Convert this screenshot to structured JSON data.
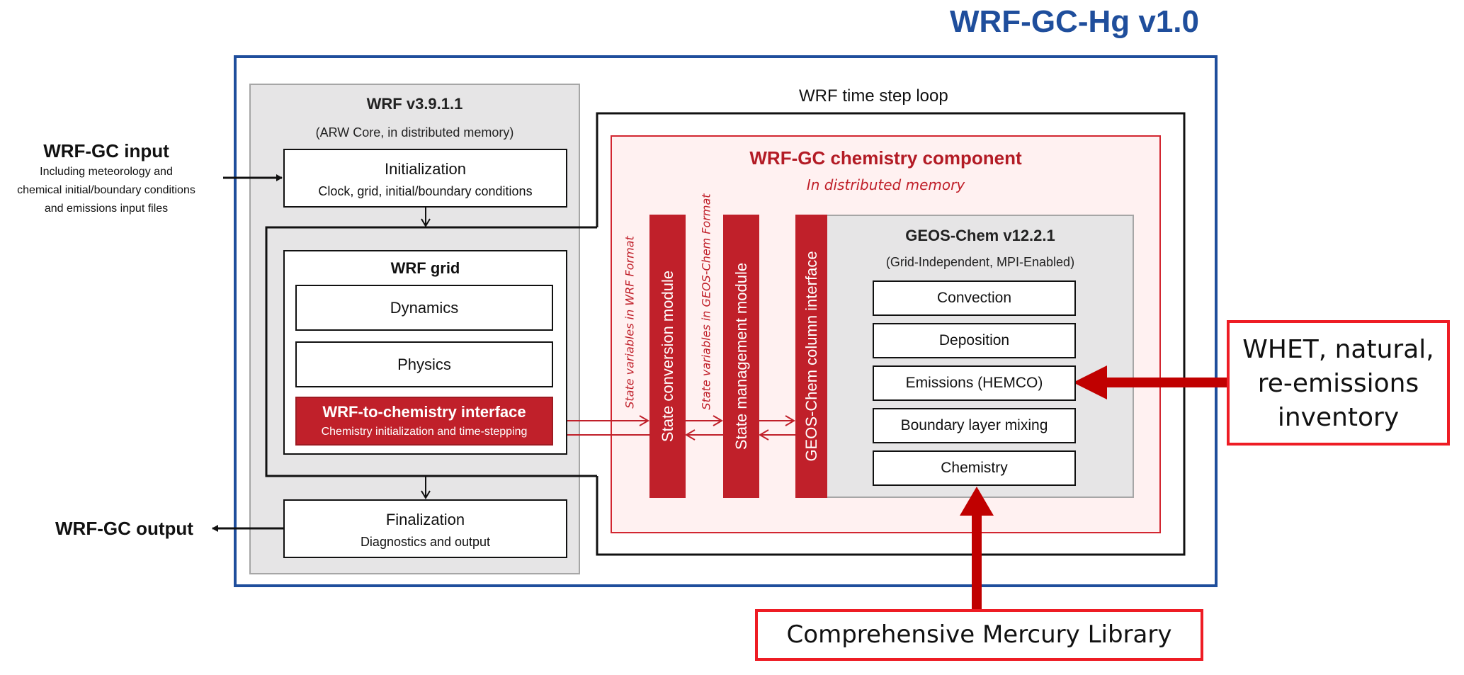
{
  "title": "WRF-GC-Hg v1.0",
  "colors": {
    "title_blue": "#1f4e9c",
    "module_red": "#c0202a",
    "chem_bg": "#fff1f1",
    "wrf_bg_gray": "#e6e5e6",
    "external_border_red": "#ee1c24",
    "external_arrow_red": "#c00000"
  },
  "inputs": {
    "title": "WRF-GC input",
    "description_lines": [
      "Including meteorology and",
      "chemical initial/boundary conditions",
      "and emissions input files"
    ]
  },
  "outputs": {
    "title": "WRF-GC output"
  },
  "wrf": {
    "title": "WRF v3.9.1.1",
    "subtitle": "(ARW Core, in distributed memory)",
    "initialization": {
      "title": "Initialization",
      "subtitle": "Clock, grid, initial/boundary conditions"
    },
    "grid": {
      "title": "WRF grid",
      "items": [
        "Dynamics",
        "Physics"
      ],
      "interface": {
        "title": "WRF-to-chemistry interface",
        "subtitle": "Chemistry initialization and time-stepping"
      }
    },
    "finalization": {
      "title": "Finalization",
      "subtitle": "Diagnostics and output"
    }
  },
  "time_loop": {
    "label": "WRF time step loop"
  },
  "chemistry_component": {
    "title": "WRF-GC chemistry component",
    "subtitle": "In distributed memory",
    "flow_labels": [
      "State variables in WRF Format",
      "State variables in GEOS-Chem Format"
    ],
    "modules": [
      "State conversion module",
      "State management module",
      "GEOS-Chem column interface"
    ]
  },
  "geos_chem": {
    "title": "GEOS-Chem v12.2.1",
    "subtitle": "(Grid-Independent, MPI-Enabled)",
    "processes": [
      "Convection",
      "Deposition",
      "Emissions (HEMCO)",
      "Boundary layer mixing",
      "Chemistry"
    ]
  },
  "external": {
    "inventory_lines": [
      "WHET, natural,",
      "re-emissions",
      "inventory"
    ],
    "library": "Comprehensive Mercury Library"
  }
}
